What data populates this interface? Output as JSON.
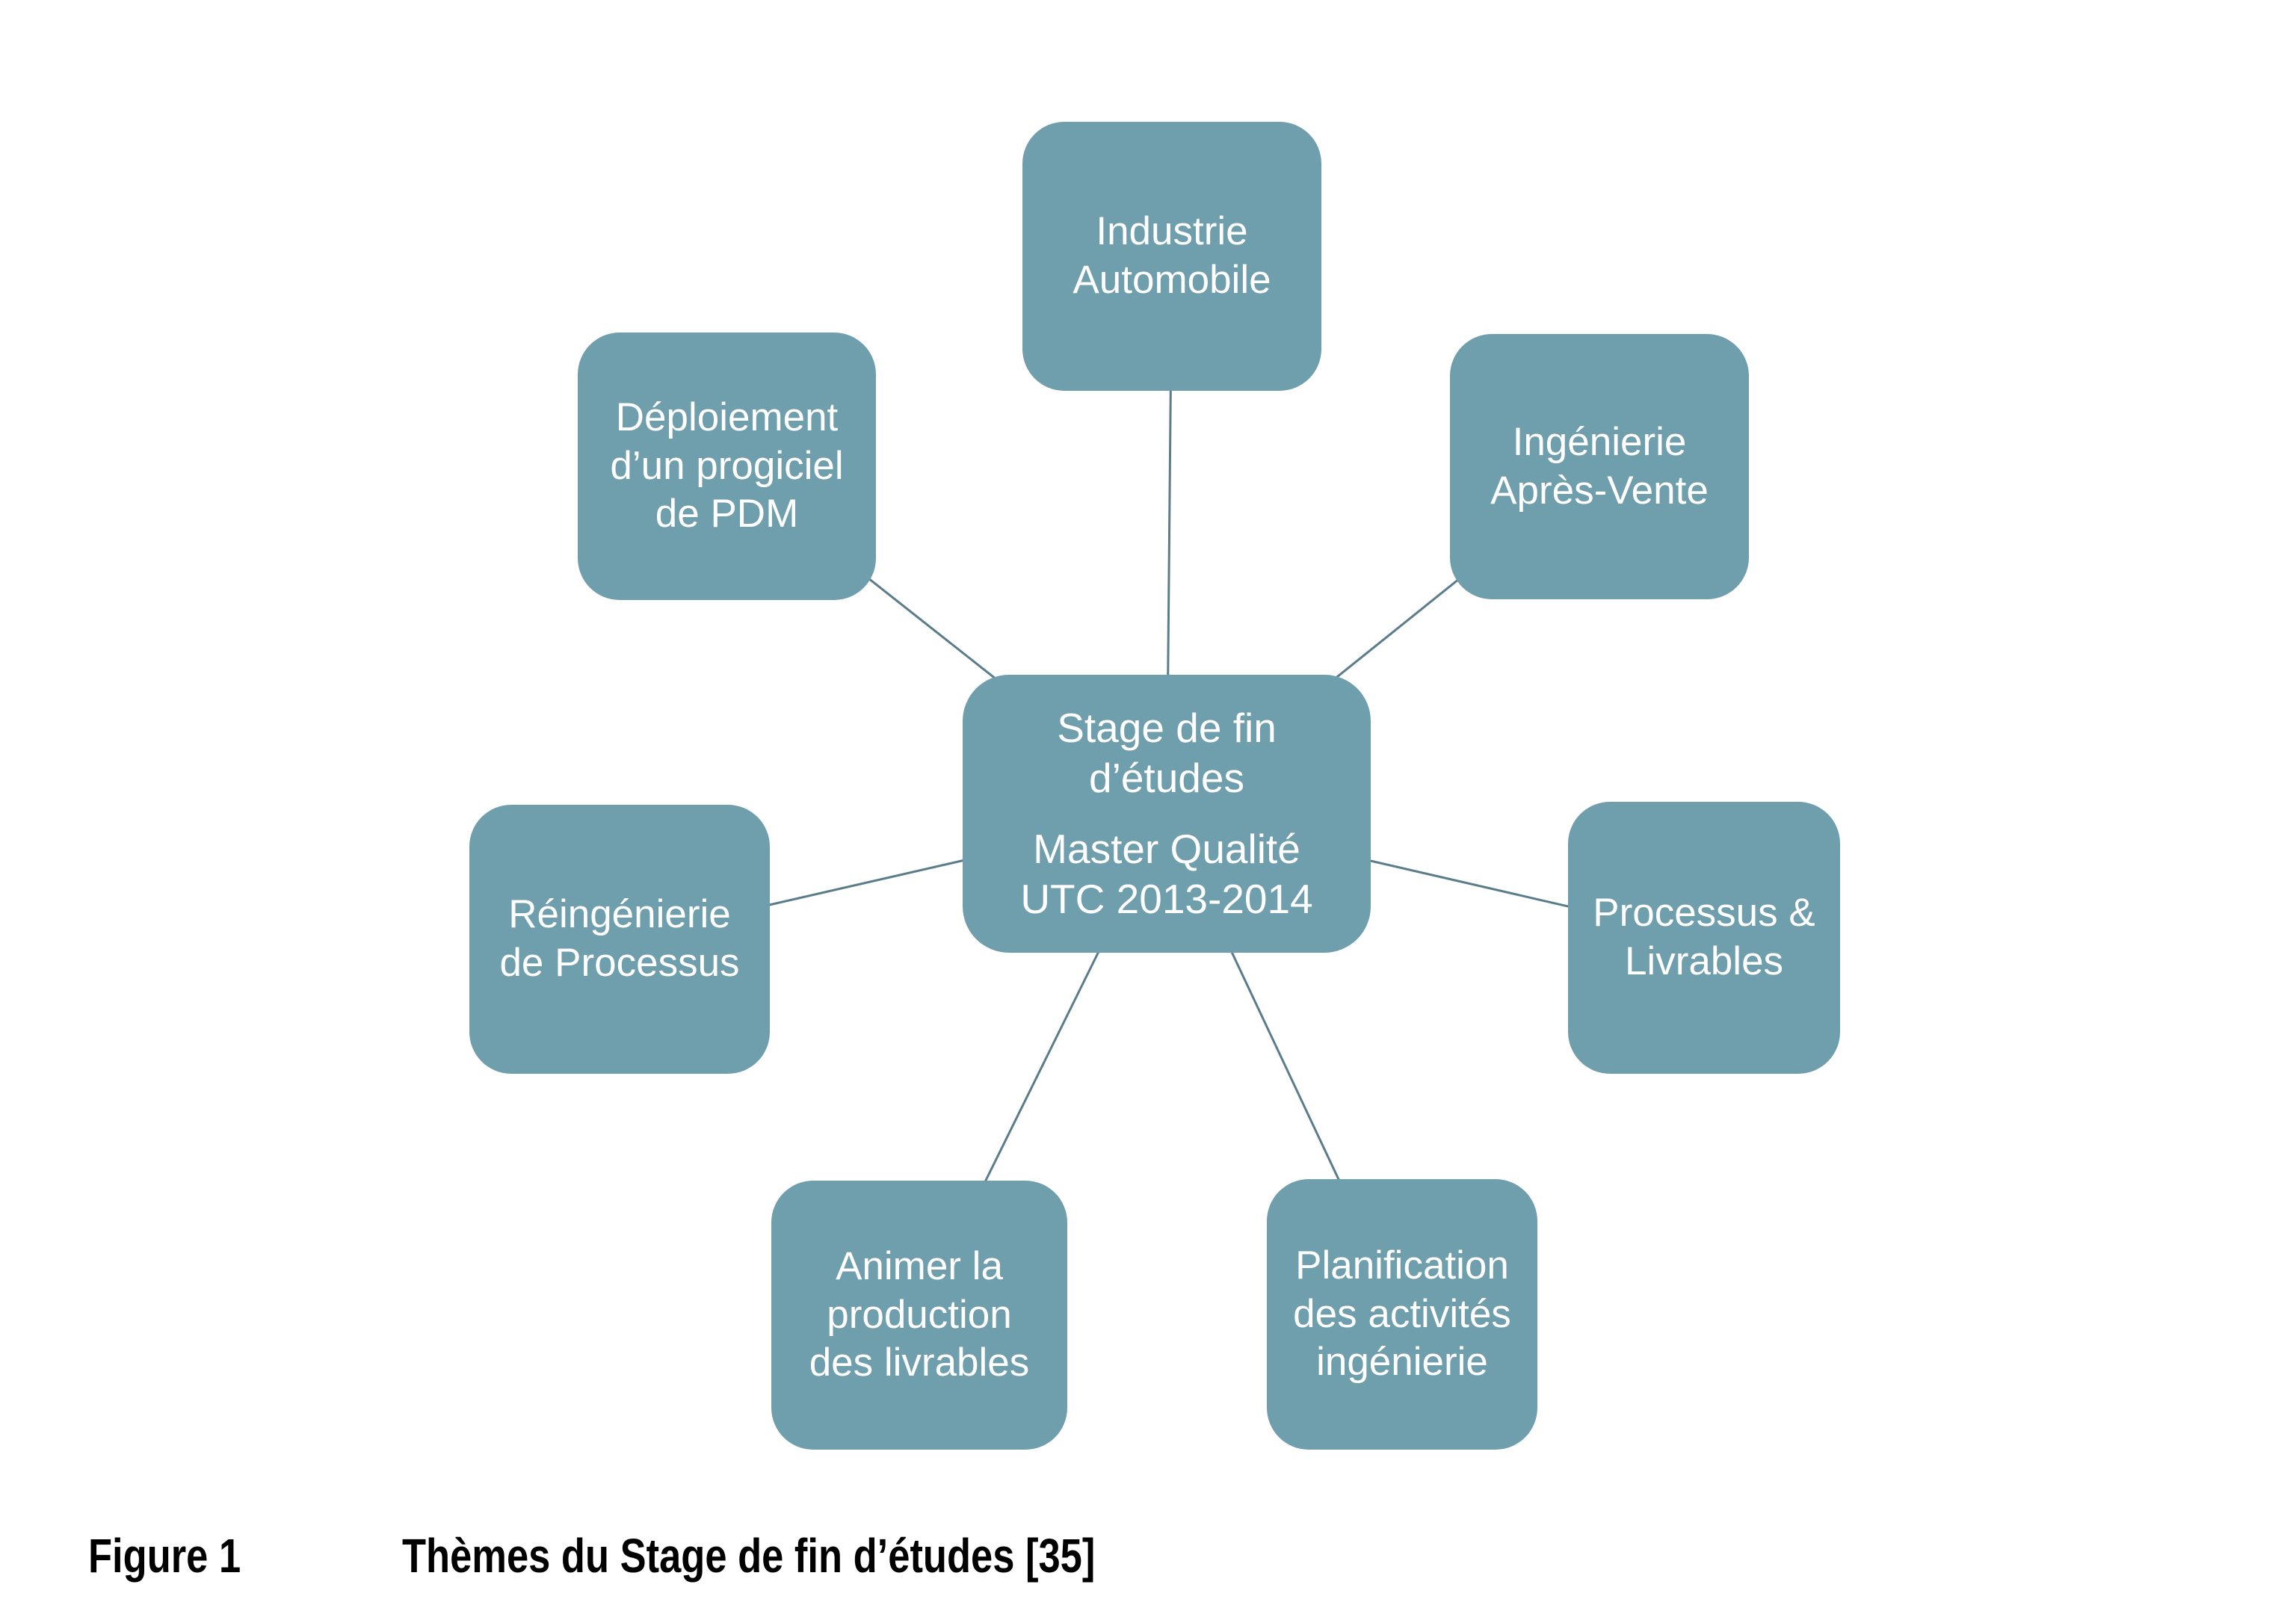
{
  "figure": {
    "caption_label": "Figure 1",
    "caption_text": "Thèmes du Stage de fin d’études [35]"
  },
  "diagram": {
    "center": {
      "title": "Stage de fin\nd’études",
      "subtitle": "Master Qualité\nUTC 2013-2014"
    },
    "nodes": [
      {
        "id": "industrie-automobile",
        "label": "Industrie\nAutomobile"
      },
      {
        "id": "deploiement-progiciel-pdm",
        "label": "Déploiement\nd’un progiciel\nde PDM"
      },
      {
        "id": "ingenierie-apres-vente",
        "label": "Ingénierie\nAprès-Vente"
      },
      {
        "id": "reingenierie-de-processus",
        "label": "Réingénierie\nde Processus"
      },
      {
        "id": "processus-et-livrables",
        "label": "Processus &\nLivrables"
      },
      {
        "id": "animer-production-livrables",
        "label": "Animer la\nproduction\ndes livrables"
      },
      {
        "id": "planification-activites-ingenierie",
        "label": "Planification\ndes activités\ningénierie"
      }
    ]
  },
  "colors": {
    "background": "#ffffff",
    "node_fill": "#6f9eac",
    "node_text": "#ffffff",
    "connector": "#5a7c8b",
    "caption_text": "#000000"
  }
}
